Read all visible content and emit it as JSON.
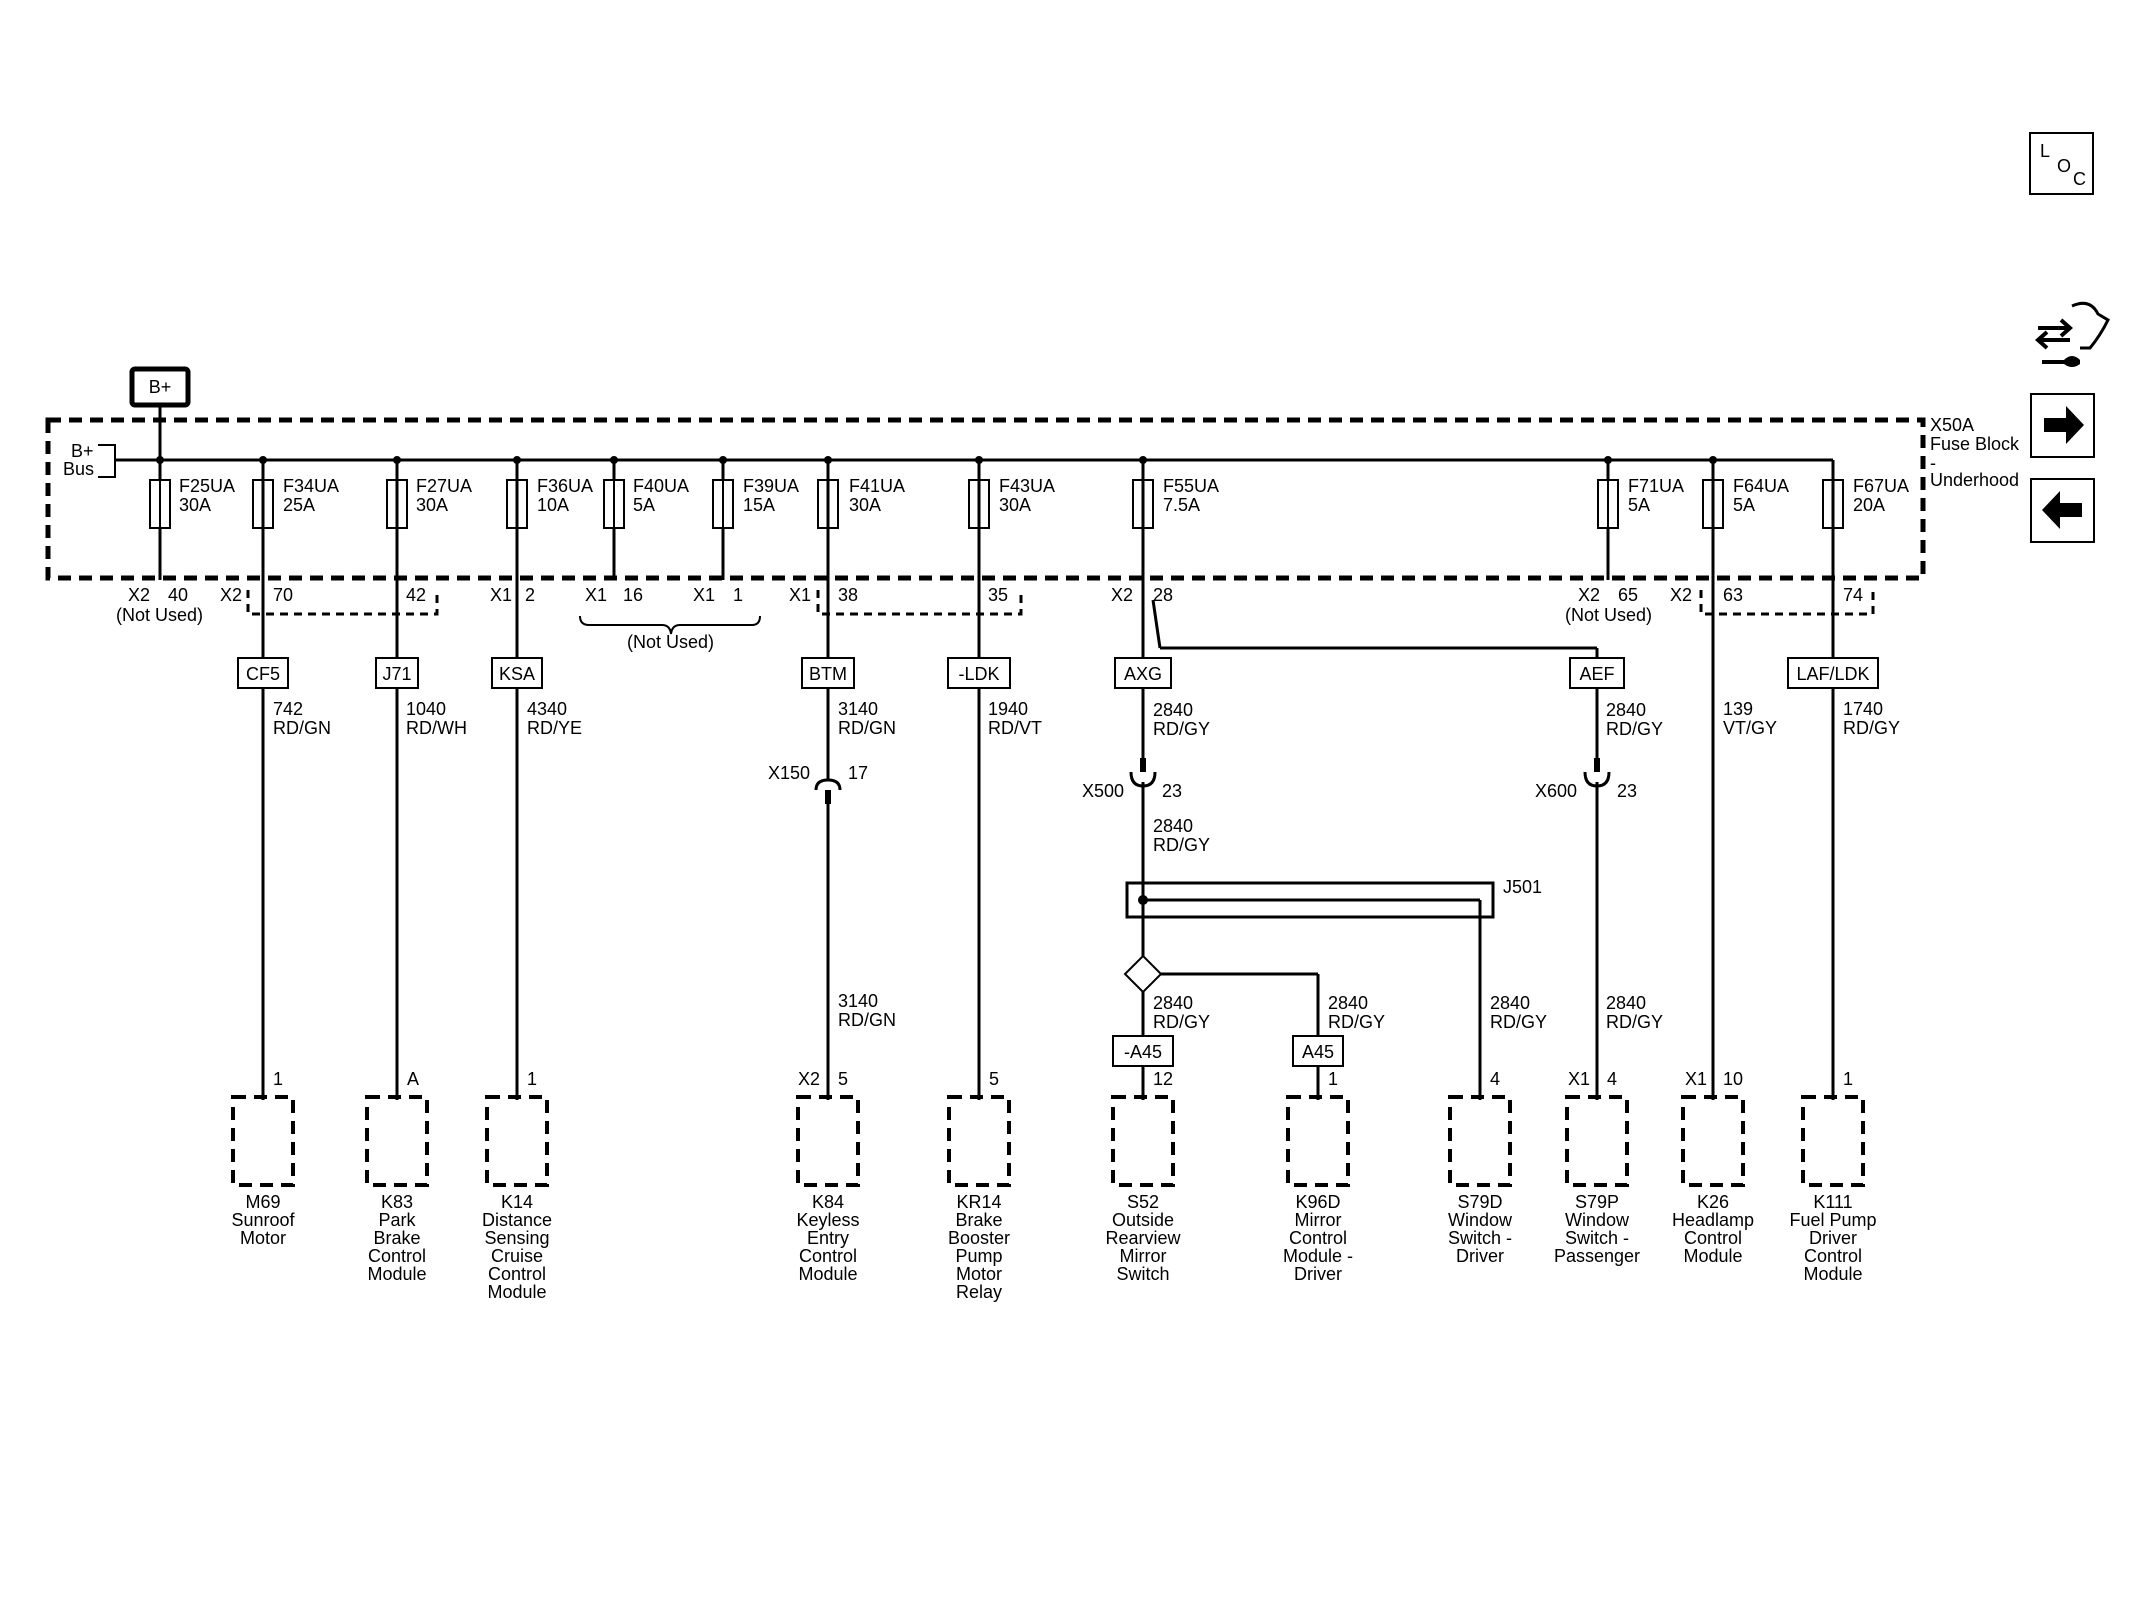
{
  "bplus": {
    "label": "B+",
    "bus_line1": "B+",
    "bus_line2": "Bus"
  },
  "fuse_block": {
    "line1": "X50A",
    "line2": "Fuse Block",
    "line3": "-",
    "line4": "Underhood"
  },
  "nav": {
    "loc_l": "L",
    "loc_o": "O",
    "loc_c": "C"
  },
  "fuses": [
    {
      "name": "F25UA",
      "amps": "30A"
    },
    {
      "name": "F34UA",
      "amps": "25A"
    },
    {
      "name": "F27UA",
      "amps": "30A"
    },
    {
      "name": "F36UA",
      "amps": "10A"
    },
    {
      "name": "F40UA",
      "amps": "5A"
    },
    {
      "name": "F39UA",
      "amps": "15A"
    },
    {
      "name": "F41UA",
      "amps": "30A"
    },
    {
      "name": "F43UA",
      "amps": "30A"
    },
    {
      "name": "F55UA",
      "amps": "7.5A"
    },
    {
      "name": "F71UA",
      "amps": "5A"
    },
    {
      "name": "F64UA",
      "amps": "5A"
    },
    {
      "name": "F67UA",
      "amps": "20A"
    }
  ],
  "pins": {
    "f25_conn": "X2",
    "f25_pin": "40",
    "f25_note": "(Not Used)",
    "f34_conn": "X2",
    "f34_pin": "70",
    "f27_pin": "42",
    "f36_conn": "X1",
    "f36_pin": "2",
    "f40_conn": "X1",
    "f40_pin": "16",
    "f39_conn": "X1",
    "f39_pin": "1",
    "f40_39_note": "(Not Used)",
    "f41_conn": "X1",
    "f41_pin": "38",
    "f43_pin": "35",
    "f55_conn": "X2",
    "f55_pin": "28",
    "f71_conn": "X2",
    "f71_pin": "65",
    "f71_note": "(Not Used)",
    "f64_conn": "X2",
    "f64_pin": "63",
    "f67_pin": "74"
  },
  "option_boxes": [
    "CF5",
    "J71",
    "KSA",
    "BTM",
    "-LDK",
    "AXG",
    "AEF",
    "LAF/LDK",
    "-A45",
    "A45"
  ],
  "wires": {
    "w742": {
      "num": "742",
      "color": "RD/GN"
    },
    "w1040": {
      "num": "1040",
      "color": "RD/WH"
    },
    "w4340": {
      "num": "4340",
      "color": "RD/YE"
    },
    "w3140a": {
      "num": "3140",
      "color": "RD/GN"
    },
    "w3140b": {
      "num": "3140",
      "color": "RD/GN"
    },
    "w1940": {
      "num": "1940",
      "color": "RD/VT"
    },
    "w2840a": {
      "num": "2840",
      "color": "RD/GY"
    },
    "w2840b": {
      "num": "2840",
      "color": "RD/GY"
    },
    "w2840c": {
      "num": "2840",
      "color": "RD/GY"
    },
    "w2840d": {
      "num": "2840",
      "color": "RD/GY"
    },
    "w2840e": {
      "num": "2840",
      "color": "RD/GY"
    },
    "w2840f": {
      "num": "2840",
      "color": "RD/GY"
    },
    "w2840g": {
      "num": "2840",
      "color": "RD/GY"
    },
    "w139": {
      "num": "139",
      "color": "VT/GY"
    },
    "w1740": {
      "num": "1740",
      "color": "RD/GY"
    }
  },
  "inline_connectors": {
    "x150": {
      "name": "X150",
      "pin": "17"
    },
    "x500": {
      "name": "X500",
      "pin": "23"
    },
    "x600": {
      "name": "X600",
      "pin": "23"
    },
    "j501": {
      "name": "J501"
    }
  },
  "components": [
    {
      "pin_conn": "",
      "pin": "1",
      "lines": [
        "M69",
        "Sunroof",
        "Motor"
      ]
    },
    {
      "pin_conn": "",
      "pin": "A",
      "lines": [
        "K83",
        "Park",
        "Brake",
        "Control",
        "Module"
      ]
    },
    {
      "pin_conn": "",
      "pin": "1",
      "lines": [
        "K14",
        "Distance",
        "Sensing",
        "Cruise",
        "Control",
        "Module"
      ]
    },
    {
      "pin_conn": "X2",
      "pin": "5",
      "lines": [
        "K84",
        "Keyless",
        "Entry",
        "Control",
        "Module"
      ]
    },
    {
      "pin_conn": "",
      "pin": "5",
      "lines": [
        "KR14",
        "Brake",
        "Booster",
        "Pump",
        "Motor",
        "Relay"
      ]
    },
    {
      "pin_conn": "",
      "pin": "12",
      "lines": [
        "S52",
        "Outside",
        "Rearview",
        "Mirror",
        "Switch"
      ]
    },
    {
      "pin_conn": "",
      "pin": "1",
      "lines": [
        "K96D",
        "Mirror",
        "Control",
        "Module -",
        "Driver"
      ]
    },
    {
      "pin_conn": "",
      "pin": "4",
      "lines": [
        "S79D",
        "Window",
        "Switch -",
        "Driver"
      ]
    },
    {
      "pin_conn": "X1",
      "pin": "4",
      "lines": [
        "S79P",
        "Window",
        "Switch -",
        "Passenger"
      ]
    },
    {
      "pin_conn": "X1",
      "pin": "10",
      "lines": [
        "K26",
        "Headlamp",
        "Control",
        "Module"
      ]
    },
    {
      "pin_conn": "",
      "pin": "1",
      "lines": [
        "K111",
        "Fuel Pump",
        "Driver",
        "Control",
        "Module"
      ]
    }
  ],
  "colors": {
    "ink": "#000000",
    "background": "#ffffff"
  }
}
